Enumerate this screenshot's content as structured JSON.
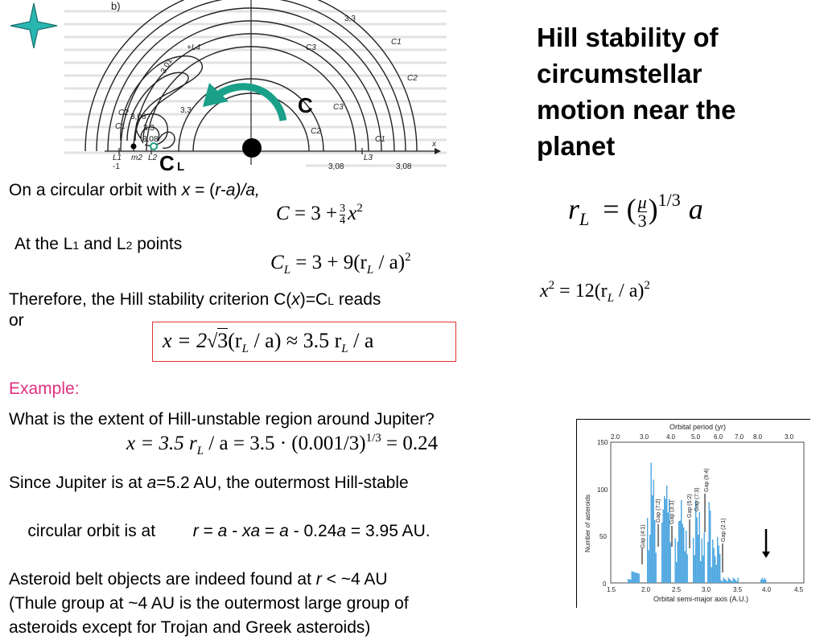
{
  "slide": {
    "title_lines": [
      "Hill stability of",
      "circumstellar",
      "motion near the",
      "planet"
    ],
    "orbit_line": {
      "t1": "On a circular orbit with ",
      "x": "x",
      "t2": " = (",
      "ra": "r-a)/a,"
    },
    "eq_C": {
      "lhs": "C",
      "rhs1": "= 3 +",
      "num": "3",
      "den": "4",
      "x": "x",
      "exp": "2"
    },
    "l_points": {
      "t1": "At the L",
      "s1": "1",
      "t2": " and L",
      "s2": "2",
      "t3": " points"
    },
    "eq_CL": {
      "C": "C",
      "Lsub": "L",
      "rhs": "= 3 + 9(r",
      "Lsub2": "L",
      "tail": " / a)",
      "exp": "2"
    },
    "therefore_line": {
      "t1": "Therefore, the Hill stability criterion C(",
      "x": "x",
      "t2": ")=C",
      "L": "L",
      "t3": " reads"
    },
    "or_text": "or",
    "eq_x": {
      "lhs": "x = 2",
      "sqrt": "3",
      "mid": "(r",
      "Lsub": "L",
      "mid2": " / a) ≈ 3.5  r",
      "Lsub2": "L",
      "tail": " / a"
    },
    "example_label": "Example:",
    "question": "What is the extent of Hill-unstable region around Jupiter?",
    "eq_example": {
      "lhs": "x = 3.5  r",
      "Lsub": "L",
      "mid": " / a = 3.5 · (0.001/3)",
      "exp": "1/3",
      "rhs": " = 0.24"
    },
    "eq_rL": {
      "r": "r",
      "Lsub": "L",
      "eq": "= (",
      "num": "μ",
      "den": "3",
      "close": ")",
      "exp": "1/3",
      "a": "a"
    },
    "eq_x2": {
      "x": "x",
      "exp": "2",
      "rhs": "= 12(r",
      "Lsub": "L",
      "tail": " / a)",
      "exp2": "2"
    },
    "para": {
      "l1a": "Since Jupiter is at ",
      "l1b": "a",
      "l1c": "=5.2 AU, the outermost Hill-stable",
      "l2a": "circular orbit is at        ",
      "l2b": "r",
      "l2c": " = ",
      "l2d": "a",
      "l2e": " - ",
      "l2f": "xa",
      "l2g": " = ",
      "l2h": "a",
      "l2i": " - 0.24",
      "l2j": "a",
      "l2k": " = 3.95 AU.",
      "l3a": "Asteroid belt objects are indeed found at ",
      "l3b": "r",
      "l3c": " < ~4 AU",
      "l4": "(Thule group at ~4 AU is the outermost large group of",
      "l5": "asteroids except for Trojan and Greek asteroids)"
    },
    "diagram": {
      "panel_label": "b)",
      "C_label": "C",
      "CL_label": "C",
      "CL_sub": "L",
      "contours": [
        "3,3",
        "3,01",
        "3,08",
        "3,3",
        "3,08",
        "3,08",
        "3,08",
        "3,3"
      ],
      "curve_labels": [
        "C1",
        "C2",
        "C3",
        "C1",
        "C2",
        "C3",
        "C2",
        "C1"
      ],
      "point_labels": [
        "+L4",
        "L1",
        "m2",
        "L2",
        "L3",
        "-1",
        "x"
      ]
    },
    "histogram": {
      "top_axis_title": "Orbital period (yr)",
      "top_ticks": [
        "2.0",
        "3.0",
        "4.0",
        "5.0",
        "6.0",
        "7.0",
        "8.0",
        "3.0"
      ],
      "y_label": "Number of asteroids",
      "y_ticks": [
        "150",
        "100",
        "50",
        "0"
      ],
      "x_label": "Orbital semi-major axis (A.U.)",
      "x_ticks": [
        "1.5",
        "2.0",
        "2.5",
        "3.0",
        "3.5",
        "4.0",
        "4.5"
      ],
      "gap_labels": [
        "Gap (4:1)",
        "Gap (7:2)",
        "Gap (3:1)",
        "Gap (5:2)",
        "Gap (7:3)",
        "Gap (9:4)",
        "Gap (2:1)"
      ],
      "bar_color": "#4da6e0"
    }
  }
}
